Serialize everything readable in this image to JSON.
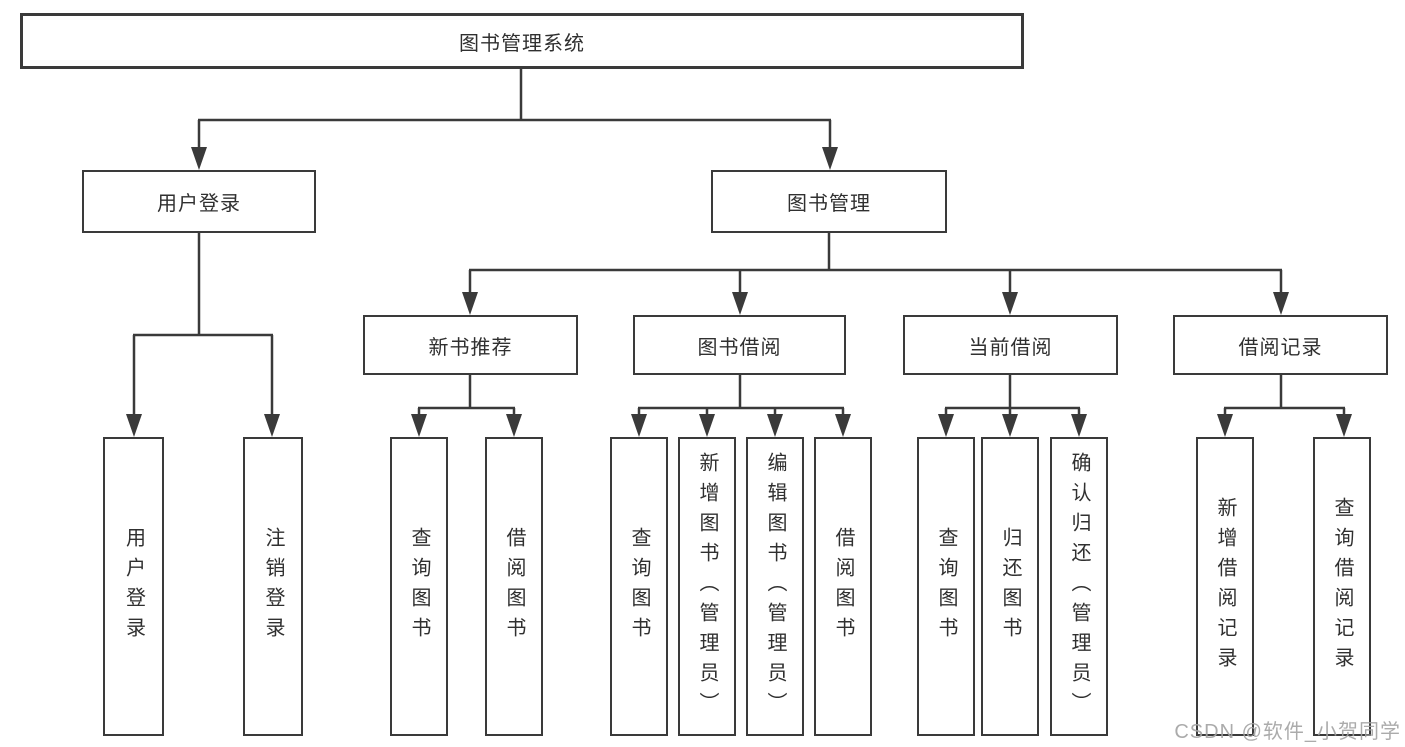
{
  "diagram": {
    "type": "hierarchy-tree",
    "colors": {
      "line": "#3a3a3a",
      "box_border": "#3a3a3a",
      "box_background": "#ffffff",
      "text": "#303030",
      "watermark_text": "#a3a3a3"
    },
    "root": {
      "label": "图书管理系统",
      "children": [
        {
          "label": "用户登录",
          "children": [
            {
              "label": "用户登录"
            },
            {
              "label": "注销登录"
            }
          ]
        },
        {
          "label": "图书管理",
          "children": [
            {
              "label": "新书推荐",
              "children": [
                {
                  "label": "查询图书"
                },
                {
                  "label": "借阅图书"
                }
              ]
            },
            {
              "label": "图书借阅",
              "children": [
                {
                  "label": "查询图书"
                },
                {
                  "label": "新增图书（管理员）"
                },
                {
                  "label": "编辑图书（管理员）"
                },
                {
                  "label": "借阅图书"
                }
              ]
            },
            {
              "label": "当前借阅",
              "children": [
                {
                  "label": "查询图书"
                },
                {
                  "label": "归还图书"
                },
                {
                  "label": "确认归还（管理员）"
                }
              ]
            },
            {
              "label": "借阅记录",
              "children": [
                {
                  "label": "新增借阅记录"
                },
                {
                  "label": "查询借阅记录"
                }
              ]
            }
          ]
        }
      ]
    },
    "watermark": "CSDN @软件_小贺同学"
  }
}
